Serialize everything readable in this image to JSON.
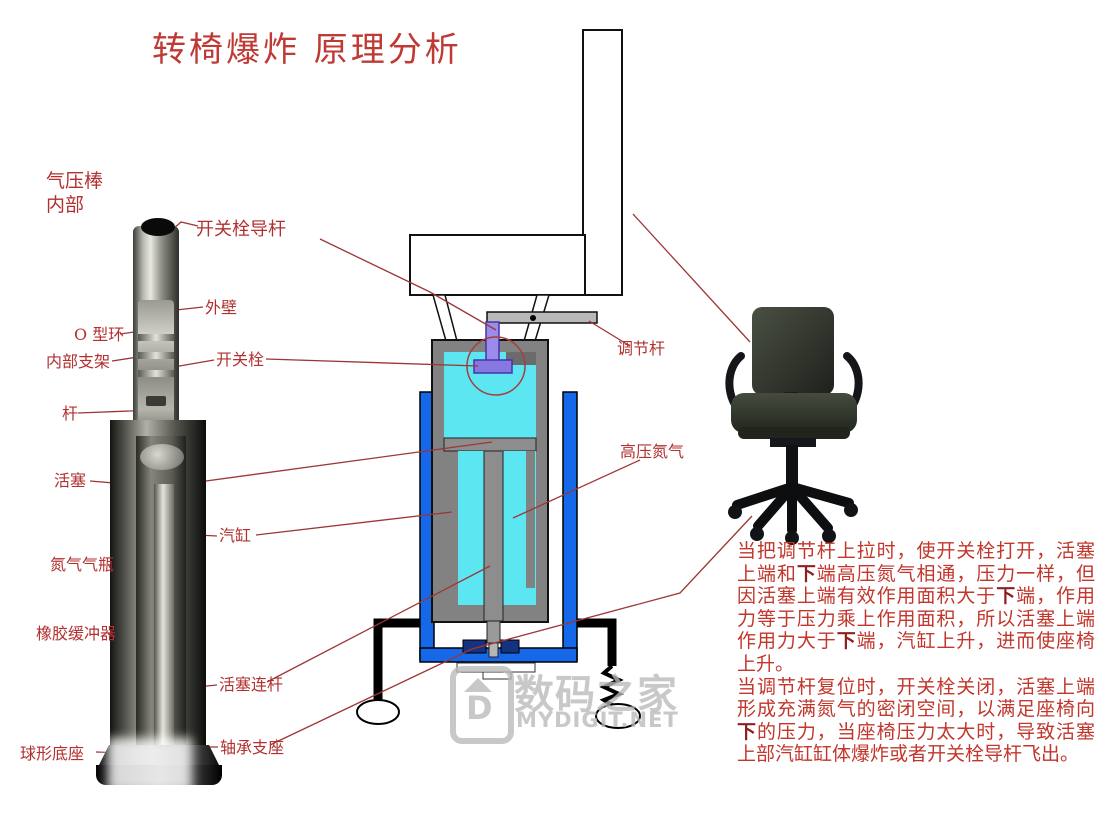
{
  "title": "转椅爆炸 原理分析",
  "photo_section": {
    "heading_line1": "气压棒",
    "heading_line2": "内部"
  },
  "labels": {
    "valve_guide_rod": "开关栓导杆",
    "outer_wall": "外壁",
    "o_ring": "O 型环",
    "inner_bracket": "内部支架",
    "switch_valve": "开关栓",
    "rod": "杆",
    "piston": "活塞",
    "cylinder": "汽缸",
    "nitrogen_bottle": "氮气气瓶",
    "rubber_buffer": "橡胶缓冲器",
    "piston_link_rod": "活塞连杆",
    "bearing_seat": "轴承支座",
    "ball_base": "球形底座",
    "adjust_lever": "调节杆",
    "high_pressure_nitrogen": "高压氮气"
  },
  "paragraph": {
    "para1_segments": [
      {
        "t": "当把调节杆上拉时，使开关栓打开，活塞上端和",
        "b": false
      },
      {
        "t": "下",
        "b": true
      },
      {
        "t": "端高压氮气相通，压力一样，但因活塞上端有效作用面积大于",
        "b": false
      },
      {
        "t": "下",
        "b": true
      },
      {
        "t": "端，作用力等于压力乘上作用面积，所以活塞上端作用力大于",
        "b": false
      },
      {
        "t": "下",
        "b": true
      },
      {
        "t": "端，汽缸上升，进而使座椅上升。",
        "b": false
      }
    ],
    "para2_segments": [
      {
        "t": "当调节杆复位时，开关栓关闭，活塞上端形成充满氮气的密闭空间，以满足座椅向",
        "b": false
      },
      {
        "t": "下",
        "b": true
      },
      {
        "t": "的压力，当座椅压力太大时，导致活塞上部汽缸缸体爆炸或者开关栓导杆飞出。",
        "b": false
      }
    ]
  },
  "watermark": {
    "brand": "数码之家",
    "site": "MYDIGIT.NET",
    "logo_letter": "D"
  },
  "colors": {
    "title_red": "#bf3a34",
    "label_red": "#b23030",
    "line_red": "#9e3636",
    "cyan_gas": "#5ce6f2",
    "blue_tube": "#1569e8",
    "navy_bearing": "#16317d",
    "purple_valve": "#9a8ce8",
    "gray_cylinder": "#828282"
  }
}
